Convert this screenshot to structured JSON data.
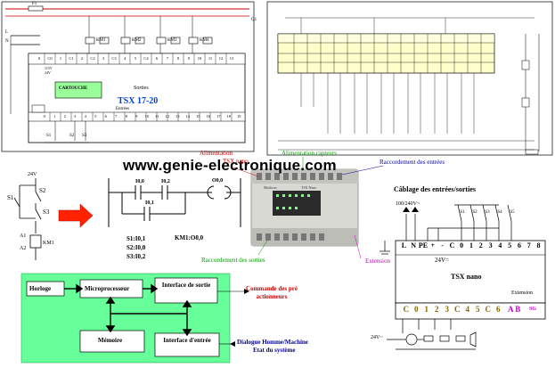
{
  "watermark": "www.genie-electronique.com",
  "top_left": {
    "model": "TSX 17-20",
    "cartouche": "CARTOUCHE",
    "sorties": "Sorties",
    "entrees": "Entrées",
    "supply_label": "115V 24V",
    "relays": [
      "KM1",
      "KM2",
      "KM3",
      "KM4"
    ],
    "fuse_label": "F1",
    "breaker_label": "Q1",
    "l_label": "L",
    "n_label": "N",
    "bottom_terminals": [
      "0",
      "1",
      "2",
      "3",
      "4",
      "5",
      "6",
      "7",
      "8",
      "9",
      "10",
      "11",
      "12",
      "13",
      "14",
      "15",
      "16",
      "17",
      "18",
      "19"
    ],
    "sensors": [
      "S1",
      "S2",
      "S3"
    ],
    "top_terminals": [
      "0",
      "C0",
      "1",
      "C1",
      "2",
      "C2",
      "3",
      "C3",
      "4",
      "5",
      "C4",
      "6",
      "7",
      "8",
      "9",
      "10",
      "11",
      "12",
      "13"
    ]
  },
  "middle_left": {
    "supply": "24V",
    "switches": [
      "S1",
      "S2",
      "S3"
    ],
    "coil": [
      "A1",
      "A2",
      "KM1"
    ]
  },
  "ladder": {
    "contacts": [
      "I0,0",
      "I0,2",
      "I0,1"
    ],
    "coil": "O0,0",
    "mapping": [
      "S1:I0,1",
      "S2:I0,0",
      "S3:I0,2"
    ],
    "km_mapping": "KM1:O0,0"
  },
  "plc_photo_labels": {
    "alimentation": "Alimentation",
    "tsx_nano": "TSX nano",
    "alimentation_capteurs": "Alimentation capteurs",
    "raccordement_entrees": "Raccordement des entrées",
    "raccordement_sorties": "Raccordement des sorties",
    "extension": "Extension",
    "device_brand": "Modicon",
    "device_model": "TSX Nano"
  },
  "cablage": {
    "title": "Câblage des entrées/sorties",
    "voltage": "100/240V~",
    "switch_labels": [
      "S1",
      "S2",
      "S3",
      "S4",
      "S5"
    ],
    "top_terminals": [
      "L",
      "N",
      "PE",
      "+",
      "-",
      "C",
      "0",
      "1",
      "2",
      "3",
      "4",
      "5",
      "6",
      "7",
      "8"
    ],
    "supply": "24V=",
    "name": "TSX nano",
    "extension": "Extension",
    "bottom_terminals": [
      "C",
      "0",
      "1",
      "2",
      "3",
      "C",
      "4",
      "5",
      "C",
      "6"
    ],
    "ab": "A B",
    "sg": "SG",
    "bottom_supply": "24V~"
  },
  "block_diagram": {
    "horloge": "Horloge",
    "microprocesseur": "Microprocesseur",
    "interface_sortie": "Interface de sortie",
    "memoire": "Mémoire",
    "interface_entree": "Interface d'entrée",
    "commande": "Commande des pré actionneurs",
    "dialogue": "Dialogue Homme/Machine",
    "etat": "Etat du système"
  },
  "colors": {
    "green_block": "#66ff99",
    "yellow_panel": "#ffffcc",
    "arrow_red": "#ff2200",
    "label_red": "#cc0000",
    "label_green": "#009900",
    "label_blue": "#000099",
    "label_magenta": "#cc00cc"
  }
}
